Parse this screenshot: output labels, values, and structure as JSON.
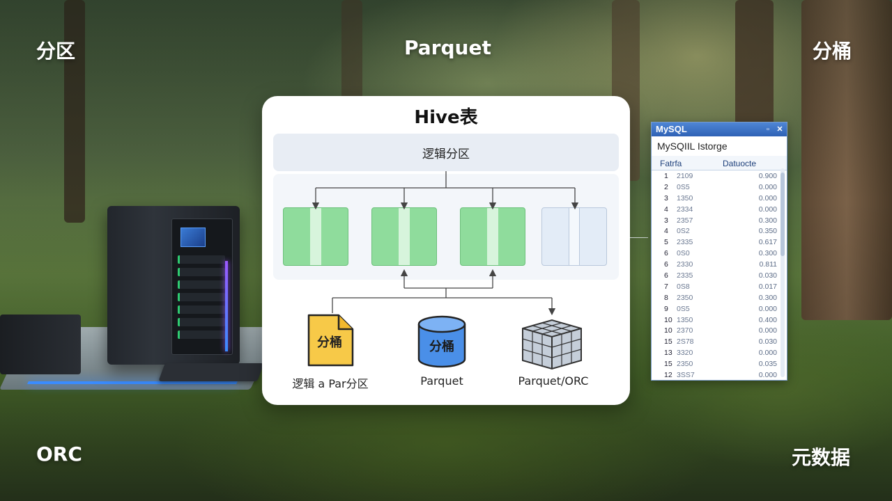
{
  "corners": {
    "top_left": "分区",
    "top_center": "Parquet",
    "top_right": "分桶",
    "bottom_left": "ORC",
    "bottom_right": "元数据"
  },
  "panel": {
    "title": "Hive表",
    "logical_bar": "逻辑分区",
    "formats": [
      {
        "icon_name": "document-icon",
        "icon_text": "分桶",
        "label": "逻辑 a Par分区",
        "color": "#f7c948"
      },
      {
        "icon_name": "cylinder-icon",
        "icon_text": "分桶",
        "label": "Parquet",
        "color": "#4a8fe8"
      },
      {
        "icon_name": "grid-cube-icon",
        "icon_text": "",
        "label": "Parquet/ORC",
        "color": "#aab6c4"
      }
    ]
  },
  "mysql": {
    "title": "MySQL",
    "subtitle": "MySQIIL  Istorge",
    "col1": "Fatrfa",
    "col2": "Datuocte",
    "rows": [
      [
        "1",
        "2109",
        "0.900"
      ],
      [
        "2",
        "0S5",
        "0.000"
      ],
      [
        "3",
        "1350",
        "0.000"
      ],
      [
        "4",
        "2334",
        "0.000"
      ],
      [
        "3",
        "2357",
        "0.300"
      ],
      [
        "4",
        "0S2",
        "0.350"
      ],
      [
        "5",
        "2335",
        "0.617"
      ],
      [
        "6",
        "0S0",
        "0.300"
      ],
      [
        "6",
        "2330",
        "0.811"
      ],
      [
        "6",
        "2335",
        "0.030"
      ],
      [
        "7",
        "0S8",
        "0.017"
      ],
      [
        "8",
        "2350",
        "0.300"
      ],
      [
        "9",
        "0S5",
        "0.000"
      ],
      [
        "10",
        "1350",
        "0.400"
      ],
      [
        "10",
        "2370",
        "0.000"
      ],
      [
        "15",
        "2S78",
        "0.030"
      ],
      [
        "13",
        "3320",
        "0.000"
      ],
      [
        "15",
        "2350",
        "0.035"
      ],
      [
        "12",
        "3SS7",
        "0.000"
      ]
    ]
  }
}
